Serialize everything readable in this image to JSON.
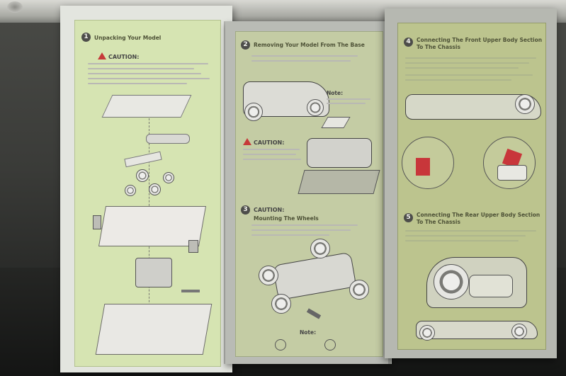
{
  "steps": {
    "s1": {
      "num": "1",
      "title": "Unpacking Your Model",
      "caution": "CAUTION:"
    },
    "s2": {
      "num": "2",
      "title": "Removing Your Model From The Base",
      "caution": "CAUTION:",
      "note": "Note:"
    },
    "s3": {
      "num": "3",
      "caution": "CAUTION:",
      "title": "Mounting The Wheels",
      "note": "Note:"
    },
    "s4": {
      "num": "4",
      "title_l1": "Connecting The Front Upper Body Section",
      "title_l2": "To The Chassis"
    },
    "s5": {
      "num": "5",
      "title_l1": "Connecting The Rear Upper Body Section",
      "title_l2": "To The Chassis"
    }
  },
  "colors": {
    "panel_green": "#d6e4b2",
    "panel_green_mid": "#c4cca4",
    "panel_green_right": "#bcc48e",
    "step_badge": "#4d4d4a",
    "caution_triangle": "#c63a3a"
  }
}
